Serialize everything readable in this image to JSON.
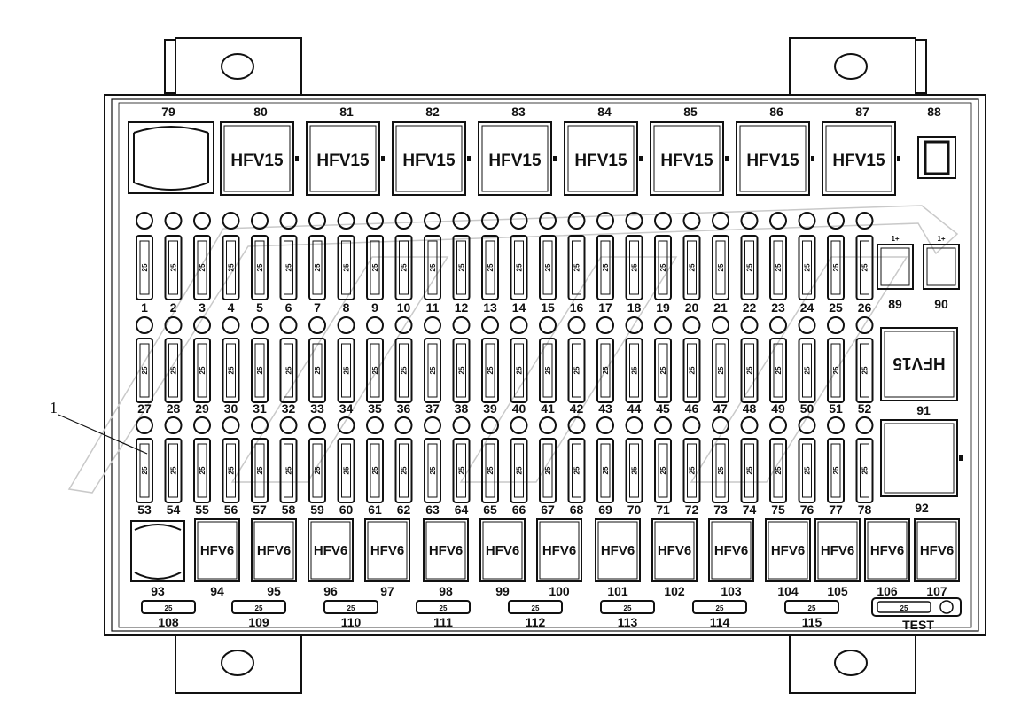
{
  "diagram": {
    "callout": "1",
    "relays_top": [
      {
        "num": "79",
        "label": ""
      },
      {
        "num": "80",
        "label": "HFV15"
      },
      {
        "num": "81",
        "label": "HFV15"
      },
      {
        "num": "82",
        "label": "HFV15"
      },
      {
        "num": "83",
        "label": "HFV15"
      },
      {
        "num": "84",
        "label": "HFV15"
      },
      {
        "num": "85",
        "label": "HFV15"
      },
      {
        "num": "86",
        "label": "HFV15"
      },
      {
        "num": "87",
        "label": "HFV15"
      },
      {
        "num": "88",
        "label": ""
      }
    ],
    "fuse_rows": [
      {
        "numbers": [
          "1",
          "2",
          "3",
          "4",
          "5",
          "6",
          "7",
          "8",
          "9",
          "10",
          "11",
          "12",
          "13",
          "14",
          "15",
          "16",
          "17",
          "18",
          "19",
          "20",
          "21",
          "22",
          "23",
          "24",
          "25",
          "26"
        ],
        "rating": "25"
      },
      {
        "numbers": [
          "27",
          "28",
          "29",
          "30",
          "31",
          "32",
          "33",
          "34",
          "35",
          "36",
          "37",
          "38",
          "39",
          "40",
          "41",
          "42",
          "43",
          "44",
          "45",
          "46",
          "47",
          "48",
          "49",
          "50",
          "51",
          "52"
        ],
        "rating": "25"
      },
      {
        "numbers": [
          "53",
          "54",
          "55",
          "56",
          "57",
          "58",
          "59",
          "60",
          "61",
          "62",
          "63",
          "64",
          "65",
          "66",
          "67",
          "68",
          "69",
          "70",
          "71",
          "72",
          "73",
          "74",
          "75",
          "76",
          "77",
          "78"
        ],
        "rating": "25"
      }
    ],
    "right_side": {
      "relay_89": "89",
      "relay_90": "90",
      "small_relay_mark": "1+",
      "relay_91": {
        "num": "91",
        "label": "HFV15"
      },
      "relay_92": "92"
    },
    "relays_bottom": [
      {
        "num": "93",
        "label": ""
      },
      {
        "num": "94",
        "label": "HFV6"
      },
      {
        "num": "95",
        "label": "HFV6"
      },
      {
        "num": "96",
        "label": "HFV6"
      },
      {
        "num": "97",
        "label": "HFV6"
      },
      {
        "num": "98",
        "label": "HFV6"
      },
      {
        "num": "99",
        "label": "HFV6"
      },
      {
        "num": "100",
        "label": "HFV6"
      },
      {
        "num": "101",
        "label": "HFV6"
      },
      {
        "num": "102",
        "label": "HFV6"
      },
      {
        "num": "103",
        "label": "HFV6"
      },
      {
        "num": "104",
        "label": "HFV6"
      },
      {
        "num": "105",
        "label": "HFV6"
      },
      {
        "num": "106",
        "label": "HFV6"
      },
      {
        "num": "107",
        "label": "HFV6"
      }
    ],
    "bottom_fuses": [
      {
        "num": "108",
        "rating": "25"
      },
      {
        "num": "109",
        "rating": "25"
      },
      {
        "num": "110",
        "rating": "25"
      },
      {
        "num": "111",
        "rating": "25"
      },
      {
        "num": "112",
        "rating": "25"
      },
      {
        "num": "113",
        "rating": "25"
      },
      {
        "num": "114",
        "rating": "25"
      },
      {
        "num": "115",
        "rating": "25"
      }
    ],
    "test_slot": {
      "label": "TEST",
      "rating": "25"
    }
  }
}
